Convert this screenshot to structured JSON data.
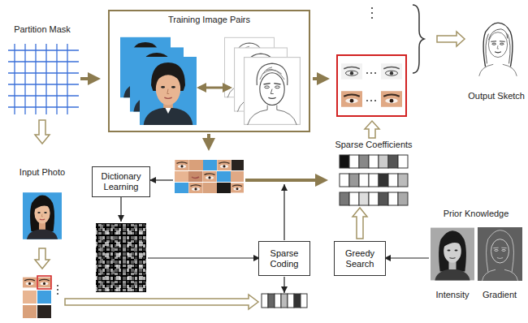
{
  "diagram": {
    "nodes": [
      {
        "text": [
          "Training Image Pairs"
        ]
      },
      {
        "text": [
          "Dictionary Learning"
        ]
      },
      {
        "text": [
          "Sparse Coding"
        ]
      },
      {
        "text": [
          "Greedy Search"
        ]
      }
    ],
    "labels": [
      "Partition Mask",
      "Output Sketch",
      "Input Photo",
      "Sparse Coefficients",
      "Prior Knowledge",
      "Intensity",
      "Gradient"
    ]
  }
}
